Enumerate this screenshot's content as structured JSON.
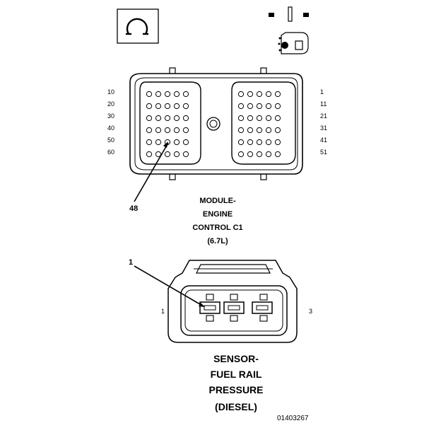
{
  "ecm_connector": {
    "caption_lines": [
      "MODULE-",
      "ENGINE",
      "CONTROL C1",
      "(6.7L)"
    ],
    "left_pin_labels": [
      "10",
      "20",
      "30",
      "40",
      "50",
      "60"
    ],
    "right_pin_labels": [
      "1",
      "11",
      "21",
      "31",
      "41",
      "51"
    ],
    "callout": "48"
  },
  "sensor_connector": {
    "caption_lines": [
      "SENSOR-",
      "FUEL RAIL",
      "PRESSURE",
      "(DIESEL)"
    ],
    "left_label": "1",
    "right_label": "3",
    "callout": "1"
  },
  "figure_id": "01403267",
  "icons": [
    "connector-view-symbol-icon",
    "terminal-key-icon"
  ]
}
